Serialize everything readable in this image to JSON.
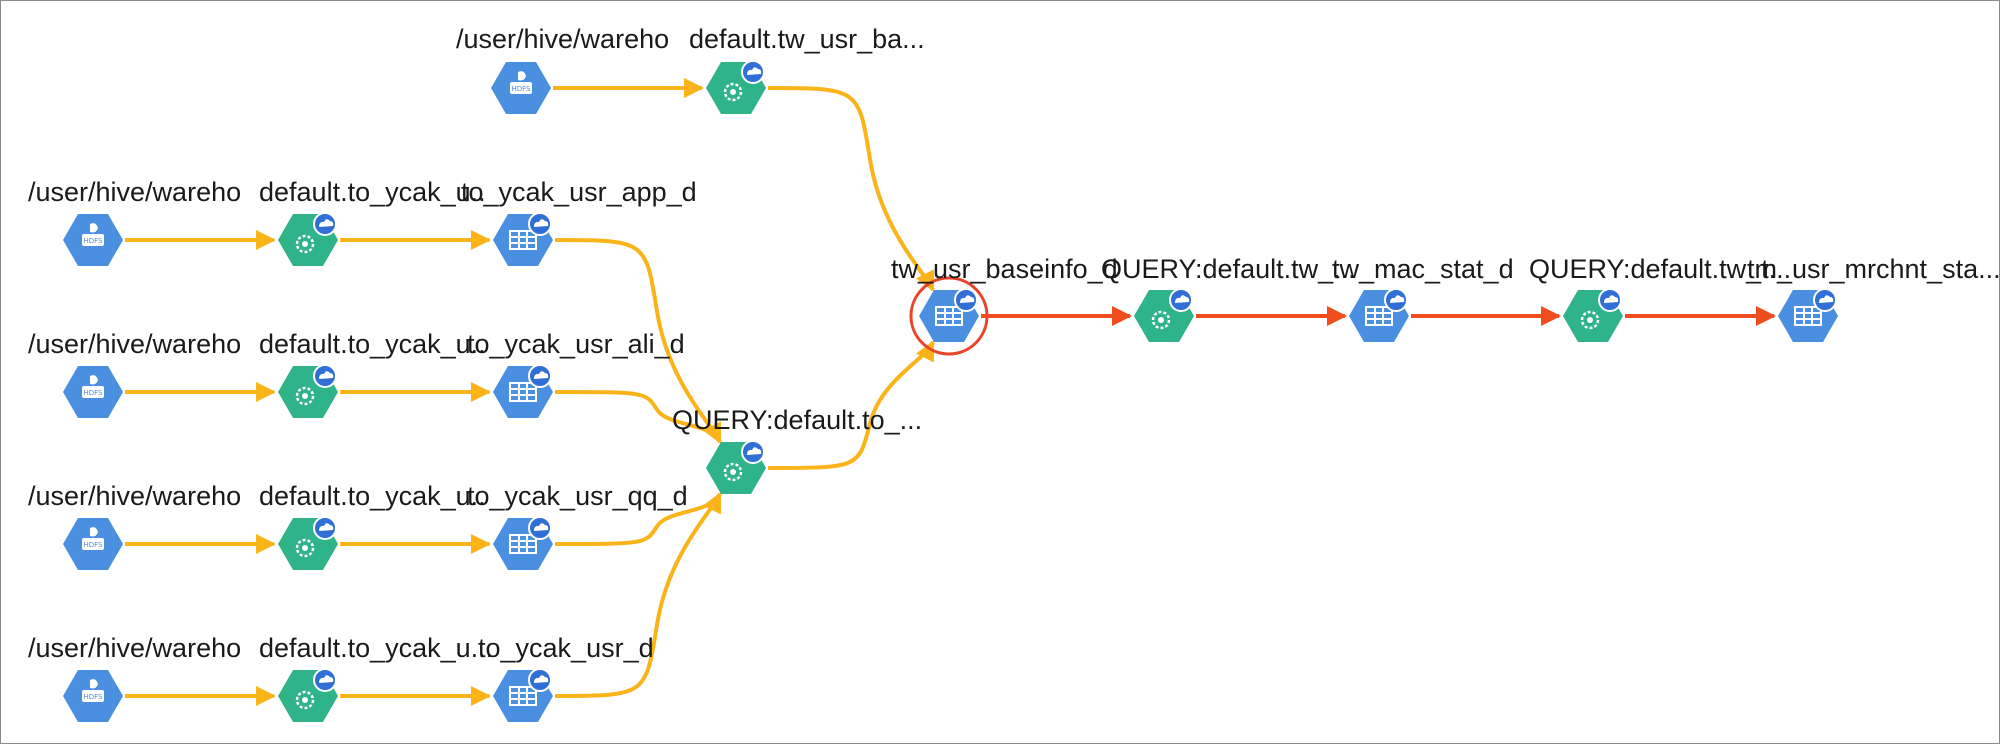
{
  "colors": {
    "hdfs_node": "#4a8fe0",
    "process_node": "#2fb38a",
    "table_node": "#4a8fe0",
    "edge_input": "#fbb31a",
    "edge_highlight": "#f04d1e",
    "selected_ring": "#e8452a",
    "badge": "#2f6fd6"
  },
  "nodes": [
    {
      "id": "hdfs0",
      "type": "hdfs",
      "label": "/user/hive/wareho",
      "icon": "hdfs-icon"
    },
    {
      "id": "proc0",
      "type": "process",
      "label": "default.tw_usr_ba...",
      "icon": "gear-icon"
    },
    {
      "id": "hdfs1",
      "type": "hdfs",
      "label": "/user/hive/wareho",
      "icon": "hdfs-icon"
    },
    {
      "id": "proc1",
      "type": "process",
      "label": "default.to_ycak_u..",
      "icon": "gear-icon"
    },
    {
      "id": "tbl1",
      "type": "table",
      "label": "to_ycak_usr_app_d",
      "icon": "table-icon"
    },
    {
      "id": "hdfs2",
      "type": "hdfs",
      "label": "/user/hive/wareho",
      "icon": "hdfs-icon"
    },
    {
      "id": "proc2",
      "type": "process",
      "label": "default.to_ycak_u..",
      "icon": "gear-icon"
    },
    {
      "id": "tbl2",
      "type": "table",
      "label": "to_ycak_usr_ali_d",
      "icon": "table-icon"
    },
    {
      "id": "hdfs3",
      "type": "hdfs",
      "label": "/user/hive/wareho",
      "icon": "hdfs-icon"
    },
    {
      "id": "proc3",
      "type": "process",
      "label": "default.to_ycak_u..",
      "icon": "gear-icon"
    },
    {
      "id": "tbl3",
      "type": "table",
      "label": "to_ycak_usr_qq_d",
      "icon": "table-icon"
    },
    {
      "id": "hdfs4",
      "type": "hdfs",
      "label": "/user/hive/wareho",
      "icon": "hdfs-icon"
    },
    {
      "id": "proc4",
      "type": "process",
      "label": "default.to_ycak_u...",
      "icon": "gear-icon"
    },
    {
      "id": "tbl4",
      "type": "table",
      "label": "to_ycak_usr_d",
      "icon": "table-icon"
    },
    {
      "id": "q0",
      "type": "process",
      "label": "QUERY:default.to_...",
      "icon": "gear-icon"
    },
    {
      "id": "baseinfo",
      "type": "table",
      "label": "tw_usr_baseinfo_d",
      "icon": "table-icon",
      "selected": true
    },
    {
      "id": "q1",
      "type": "process",
      "label": "QUERY:default.tw_...",
      "icon": "gear-icon"
    },
    {
      "id": "mac",
      "type": "table",
      "label": "tw_mac_stat_d",
      "icon": "table-icon"
    },
    {
      "id": "q2",
      "type": "process",
      "label": "QUERY:default.tw_t...",
      "icon": "gear-icon"
    },
    {
      "id": "mrch",
      "type": "table",
      "label": "tm_usr_mrchnt_sta...",
      "icon": "table-icon"
    }
  ],
  "edges": [
    {
      "from": "hdfs0",
      "to": "proc0",
      "style": "input"
    },
    {
      "from": "proc0",
      "to": "baseinfo",
      "style": "input"
    },
    {
      "from": "hdfs1",
      "to": "proc1",
      "style": "input"
    },
    {
      "from": "proc1",
      "to": "tbl1",
      "style": "input"
    },
    {
      "from": "tbl1",
      "to": "q0",
      "style": "input"
    },
    {
      "from": "hdfs2",
      "to": "proc2",
      "style": "input"
    },
    {
      "from": "proc2",
      "to": "tbl2",
      "style": "input"
    },
    {
      "from": "tbl2",
      "to": "q0",
      "style": "input"
    },
    {
      "from": "hdfs3",
      "to": "proc3",
      "style": "input"
    },
    {
      "from": "proc3",
      "to": "tbl3",
      "style": "input"
    },
    {
      "from": "tbl3",
      "to": "q0",
      "style": "input"
    },
    {
      "from": "hdfs4",
      "to": "proc4",
      "style": "input"
    },
    {
      "from": "proc4",
      "to": "tbl4",
      "style": "input"
    },
    {
      "from": "tbl4",
      "to": "q0",
      "style": "input"
    },
    {
      "from": "q0",
      "to": "baseinfo",
      "style": "input"
    },
    {
      "from": "baseinfo",
      "to": "q1",
      "style": "highlight"
    },
    {
      "from": "q1",
      "to": "mac",
      "style": "highlight"
    },
    {
      "from": "mac",
      "to": "q2",
      "style": "highlight"
    },
    {
      "from": "q2",
      "to": "mrch",
      "style": "highlight"
    }
  ]
}
